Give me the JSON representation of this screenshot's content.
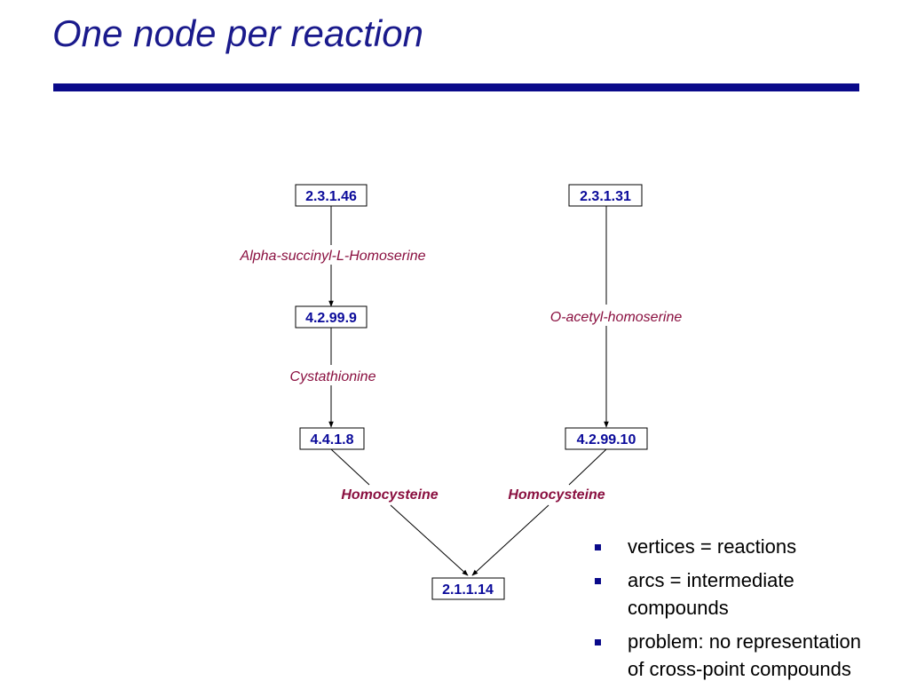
{
  "slide": {
    "title": "One node per reaction"
  },
  "diagram": {
    "nodes": {
      "n_2_3_1_46": "2.3.1.46",
      "n_4_2_99_9": "4.2.99.9",
      "n_4_4_1_8": "4.4.1.8",
      "n_2_3_1_31": "2.3.1.31",
      "n_4_2_99_10": "4.2.99.10",
      "n_2_1_1_14": "2.1.1.14"
    },
    "edges": {
      "e1": "Alpha-succinyl-L-Homoserine",
      "e2": "Cystathionine",
      "e3": "O-acetyl-homoserine",
      "e4": "Homocysteine",
      "e5": "Homocysteine"
    }
  },
  "bullets": [
    {
      "lines": [
        "vertices = reactions"
      ]
    },
    {
      "lines": [
        "arcs = intermediate",
        "compounds"
      ]
    },
    {
      "lines": [
        "problem: no representation",
        "of cross-point compounds"
      ]
    }
  ],
  "colors": {
    "title": "#1a1a8c",
    "rule": "#0a0a8a",
    "node_text": "#0a0a9a",
    "compound_text": "#8a1040"
  }
}
